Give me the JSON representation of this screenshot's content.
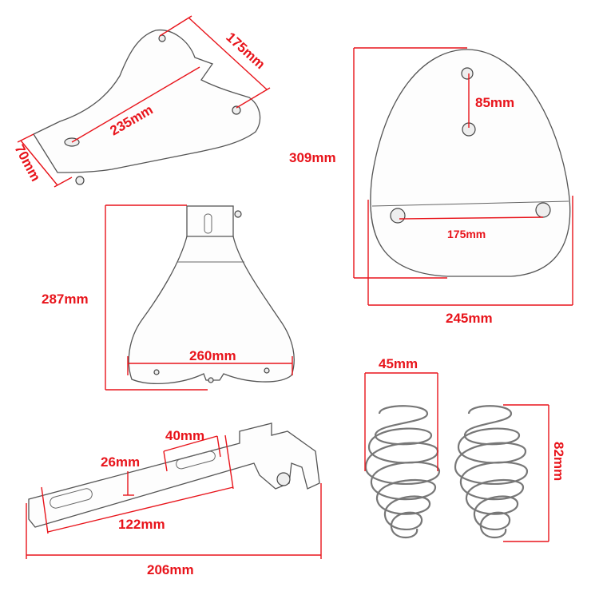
{
  "accent_color": "#e8141b",
  "seat_pan_side": {
    "length": "235mm",
    "bolt_spacing": "175mm",
    "width_rear": "70mm"
  },
  "seat_pan_top": {
    "height": "309mm",
    "front_bolt_spacing": "85mm",
    "rear_bolt_spacing": "175mm",
    "width": "245mm"
  },
  "mount_plate": {
    "height": "287mm",
    "width": "260mm"
  },
  "bracket": {
    "slot_length": "40mm",
    "slot_width": "26mm",
    "inner_length": "122mm",
    "total_length": "206mm"
  },
  "springs": {
    "diameter": "45mm",
    "height": "82mm"
  }
}
